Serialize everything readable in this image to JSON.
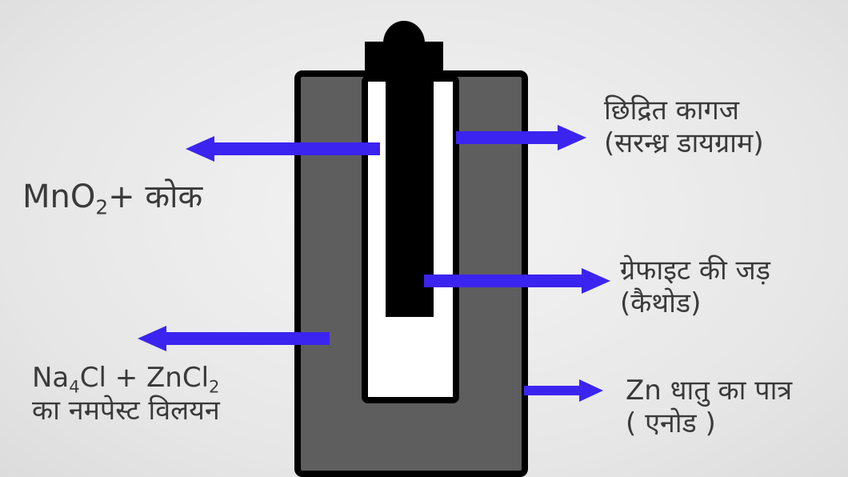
{
  "labels": {
    "paper_line1": "छिद्रित कागज",
    "paper_line2": "(सरन्ध्र डायग्राम)",
    "mno2_prefix": "MnO",
    "mno2_sub": "2",
    "mno2_suffix": "+ कोक",
    "graphite_line1": "ग्रेफाइट की जड़",
    "graphite_line2": "(कैथोड)",
    "paste_na": "Na",
    "paste_na_sub": "4",
    "paste_mid": "Cl + ZnCl",
    "paste_zn_sub": "2",
    "paste_line2": "का नमपेस्ट विलयन",
    "zn_line1": "Zn धातु का पात्र",
    "zn_line2": "( एनोड )"
  },
  "colors": {
    "background": "#e8e8e8",
    "zinc_container": "#5e5e5e",
    "outline": "#000000",
    "porous_paper": "#ffffff",
    "graphite_rod": "#000000",
    "arrow": "#3b24f0",
    "text": "#3a3a3a"
  }
}
